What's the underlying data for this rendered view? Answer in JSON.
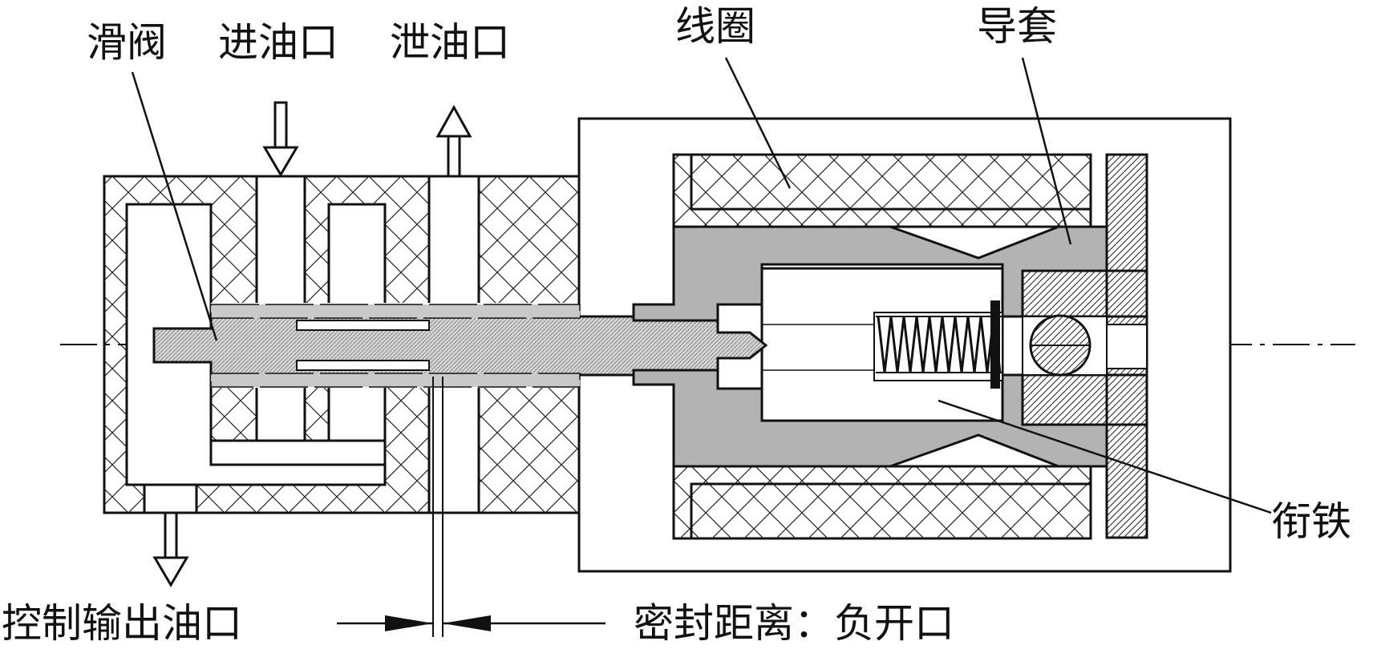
{
  "labels": {
    "spool": "滑阀",
    "inlet": "进油口",
    "drain": "泄油口",
    "coil": "线圈",
    "guide": "导套",
    "armature": "衔铁",
    "control_outlet": "控制输出油口",
    "seal_distance": "密封距离：负开口"
  },
  "colors": {
    "line": "#111111",
    "guide_fill": "#b3b3b3",
    "spool_fill": "#d6d6d6",
    "background": "#ffffff"
  }
}
